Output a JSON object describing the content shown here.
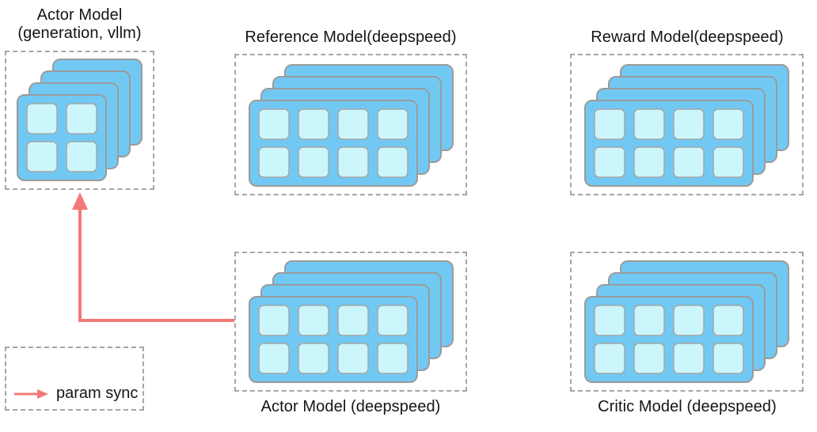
{
  "colors": {
    "background": "#FFFFFF",
    "text": "#151515",
    "card_fill": "#71C9F3",
    "card_border": "#9B9B9B",
    "cell_fill": "#CBF6FB",
    "cell_border": "#A6A6A6",
    "dashed_border": "#A6A6A6",
    "arrow": "#F57878"
  },
  "blocks": [
    {
      "id": "actor-vllm",
      "title_lines": [
        "Actor Model",
        "(generation, vllm)"
      ],
      "label_position": "above",
      "stack": 4,
      "grid": {
        "cols": 2,
        "rows": 2
      }
    },
    {
      "id": "reference",
      "title_lines": [
        "Reference Model(deepspeed)"
      ],
      "label_position": "above",
      "stack": 4,
      "grid": {
        "cols": 4,
        "rows": 2
      }
    },
    {
      "id": "reward",
      "title_lines": [
        "Reward Model(deepspeed)"
      ],
      "label_position": "above",
      "stack": 4,
      "grid": {
        "cols": 4,
        "rows": 2
      }
    },
    {
      "id": "actor-ds",
      "title_lines": [
        "Actor Model (deepspeed)"
      ],
      "label_position": "below",
      "stack": 4,
      "grid": {
        "cols": 4,
        "rows": 2
      }
    },
    {
      "id": "critic",
      "title_lines": [
        "Critic Model (deepspeed)"
      ],
      "label_position": "below",
      "stack": 4,
      "grid": {
        "cols": 4,
        "rows": 2
      }
    }
  ],
  "legend": {
    "label": "param sync",
    "icon": "right-arrow-icon"
  },
  "connections": [
    {
      "from": "actor-ds",
      "to": "actor-vllm",
      "meaning": "param sync"
    }
  ]
}
